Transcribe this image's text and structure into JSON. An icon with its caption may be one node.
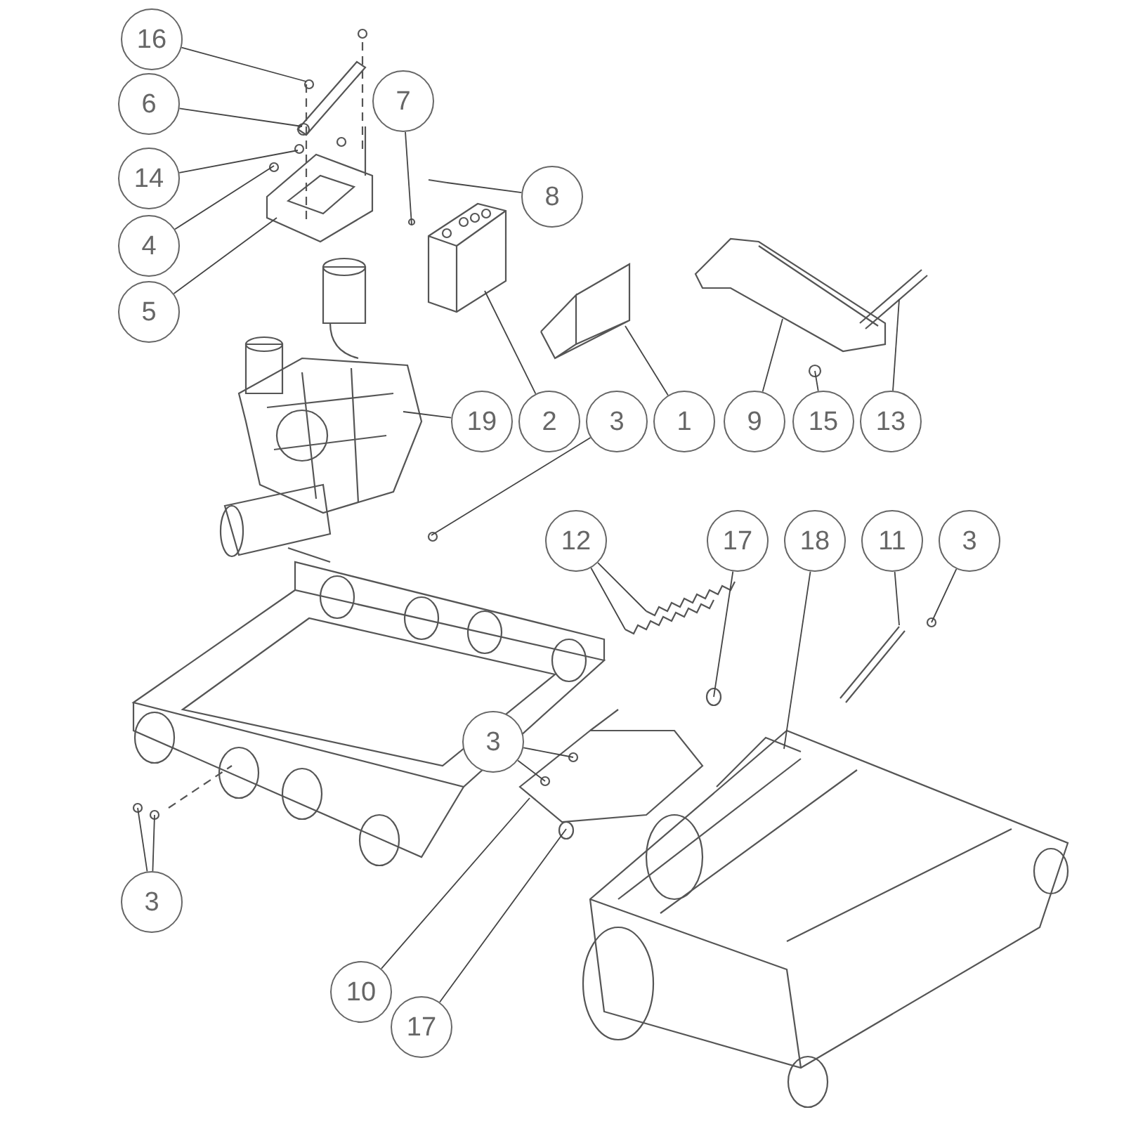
{
  "diagram": {
    "nodes": [
      {
        "text": [
          "16"
        ]
      },
      {
        "text": [
          "6"
        ]
      },
      {
        "text": [
          "14"
        ]
      },
      {
        "text": [
          "4"
        ]
      },
      {
        "text": [
          "5"
        ]
      },
      {
        "text": [
          "7"
        ]
      },
      {
        "text": [
          "8"
        ]
      },
      {
        "text": [
          "19"
        ]
      },
      {
        "text": [
          "2"
        ]
      },
      {
        "text": [
          "3"
        ]
      },
      {
        "text": [
          "1"
        ]
      },
      {
        "text": [
          "9"
        ]
      },
      {
        "text": [
          "15"
        ]
      },
      {
        "text": [
          "13"
        ]
      },
      {
        "text": [
          "12"
        ]
      },
      {
        "text": [
          "17"
        ]
      },
      {
        "text": [
          "18"
        ]
      },
      {
        "text": [
          "11"
        ]
      },
      {
        "text": [
          "3"
        ]
      },
      {
        "text": [
          "3"
        ]
      },
      {
        "text": [
          "3"
        ]
      },
      {
        "text": [
          "10"
        ]
      },
      {
        "text": [
          "17"
        ]
      }
    ],
    "edges": [
      {
        "from": 0,
        "to": null,
        "arrow": "none"
      },
      {
        "from": 1,
        "to": null,
        "arrow": "none"
      },
      {
        "from": 2,
        "to": null,
        "arrow": "none"
      },
      {
        "from": 3,
        "to": null,
        "arrow": "none"
      },
      {
        "from": 4,
        "to": null,
        "arrow": "none"
      },
      {
        "from": 5,
        "to": null,
        "arrow": "none"
      },
      {
        "from": 6,
        "to": null,
        "arrow": "none"
      },
      {
        "from": 7,
        "to": null,
        "arrow": "none"
      },
      {
        "from": 8,
        "to": null,
        "arrow": "none"
      },
      {
        "from": 9,
        "to": null,
        "arrow": "none"
      },
      {
        "from": 10,
        "to": null,
        "arrow": "none"
      },
      {
        "from": 11,
        "to": null,
        "arrow": "none"
      },
      {
        "from": 12,
        "to": null,
        "arrow": "none"
      },
      {
        "from": 13,
        "to": null,
        "arrow": "none"
      },
      {
        "from": 14,
        "to": null,
        "arrow": "none"
      },
      {
        "from": 14,
        "to": null,
        "arrow": "none"
      },
      {
        "from": 15,
        "to": null,
        "arrow": "none"
      },
      {
        "from": 16,
        "to": null,
        "arrow": "none"
      },
      {
        "from": 17,
        "to": null,
        "arrow": "none"
      },
      {
        "from": 18,
        "to": null,
        "arrow": "none"
      },
      {
        "from": 19,
        "to": null,
        "arrow": "none"
      },
      {
        "from": 19,
        "to": null,
        "arrow": "none"
      },
      {
        "from": 20,
        "to": null,
        "arrow": "none"
      },
      {
        "from": 20,
        "to": null,
        "arrow": "none"
      },
      {
        "from": 21,
        "to": null,
        "arrow": "none"
      },
      {
        "from": 22,
        "to": null,
        "arrow": "none"
      }
    ]
  }
}
